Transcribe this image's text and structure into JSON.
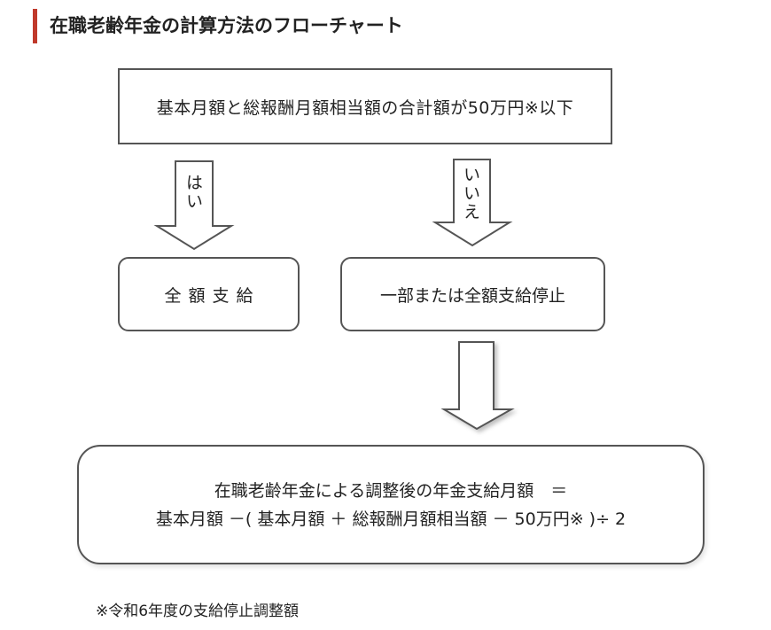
{
  "heading": {
    "title": "在職老齢年金の計算方法のフローチャート",
    "accent_color": "#c0392b"
  },
  "flowchart": {
    "condition": "基本月額と総報酬月額相当額の合計額が50万円※以下",
    "yes_label": "はい",
    "no_label": "いいえ",
    "yes_result": "全額支給",
    "no_result": "一部または全額支給停止",
    "formula_line1": "在職老齢年金による調整後の年金支給月額　＝",
    "formula_line2": "基本月額 －( 基本月額 ＋ 総報酬月額相当額 － 50万円※ )÷ 2"
  },
  "footnote": "※令和6年度の支給停止調整額"
}
